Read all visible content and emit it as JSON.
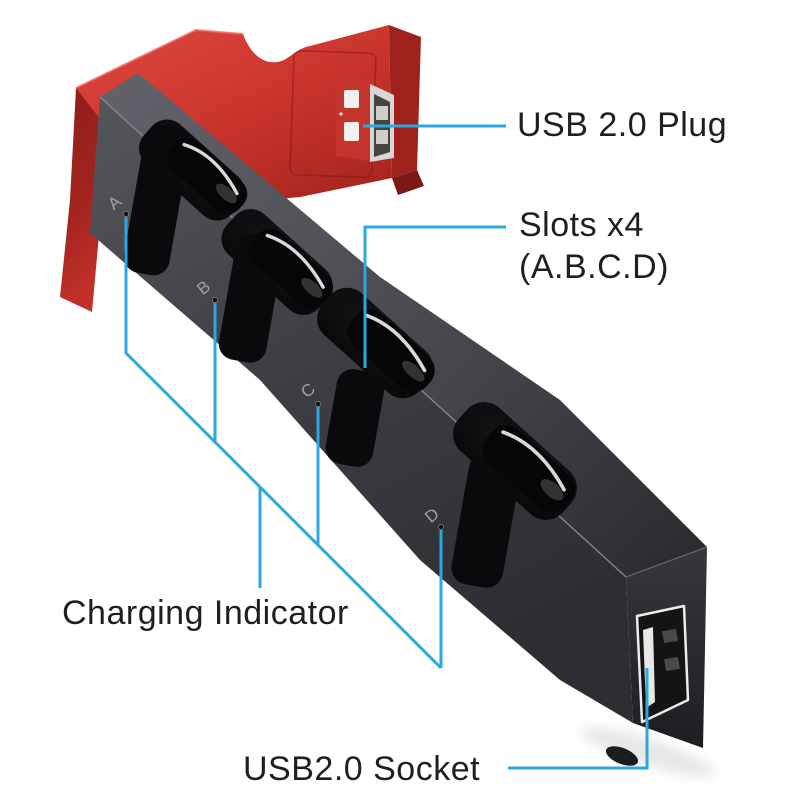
{
  "figure": {
    "type": "annotated product diagram",
    "subject": "4-slot controller charging dock with USB plug and socket"
  },
  "callouts": {
    "usb_plug": {
      "label": "USB 2.0 Plug"
    },
    "slots": {
      "label_line1": "Slots x4",
      "label_line2": "(A.B.C.D)"
    },
    "charging": {
      "label": "Charging Indicator"
    },
    "usb_socket": {
      "label": "USB2.0 Socket"
    }
  },
  "device": {
    "slots": [
      {
        "letter": "A"
      },
      {
        "letter": "B"
      },
      {
        "letter": "C"
      },
      {
        "letter": "D"
      }
    ]
  },
  "colors": {
    "callout_line": "#2BA7E2",
    "label_text": "#1F1F1F",
    "dock_red": "#C0322B",
    "bar_gray": "#3F4045"
  }
}
